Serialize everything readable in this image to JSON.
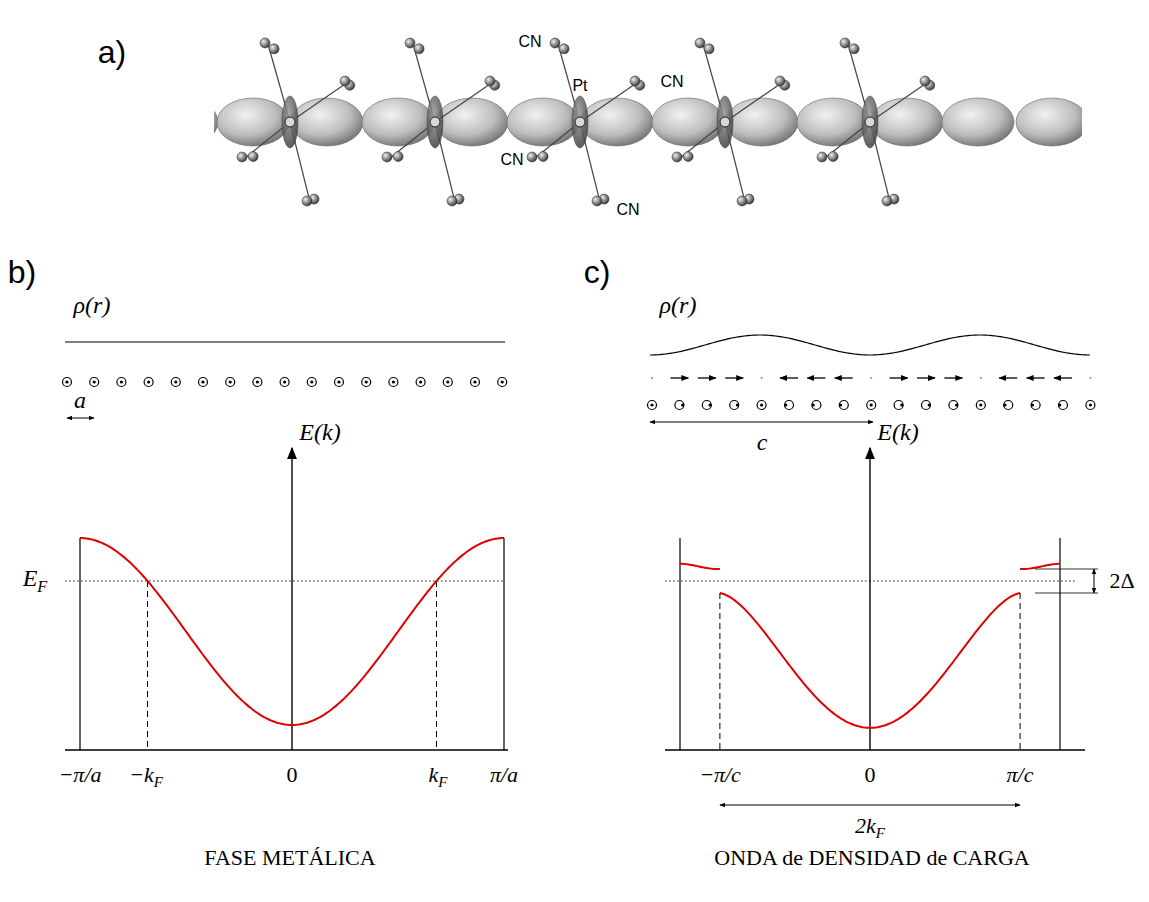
{
  "diagram": {
    "labels": [
      "a)",
      "CN",
      "Pt",
      "CN",
      "CN",
      "CN",
      "b)",
      "ρ(r)",
      "a",
      "E(k)",
      "EF",
      "−π/a",
      "−kF",
      "0",
      "kF",
      "π/a",
      "FASE METÁLICA",
      "c)",
      "ρ(r)",
      "c",
      "E(k)",
      "2Δ",
      "−π/c",
      "0",
      "π/c",
      "2kF",
      "ONDA de DENSIDAD de CARGA"
    ]
  }
}
